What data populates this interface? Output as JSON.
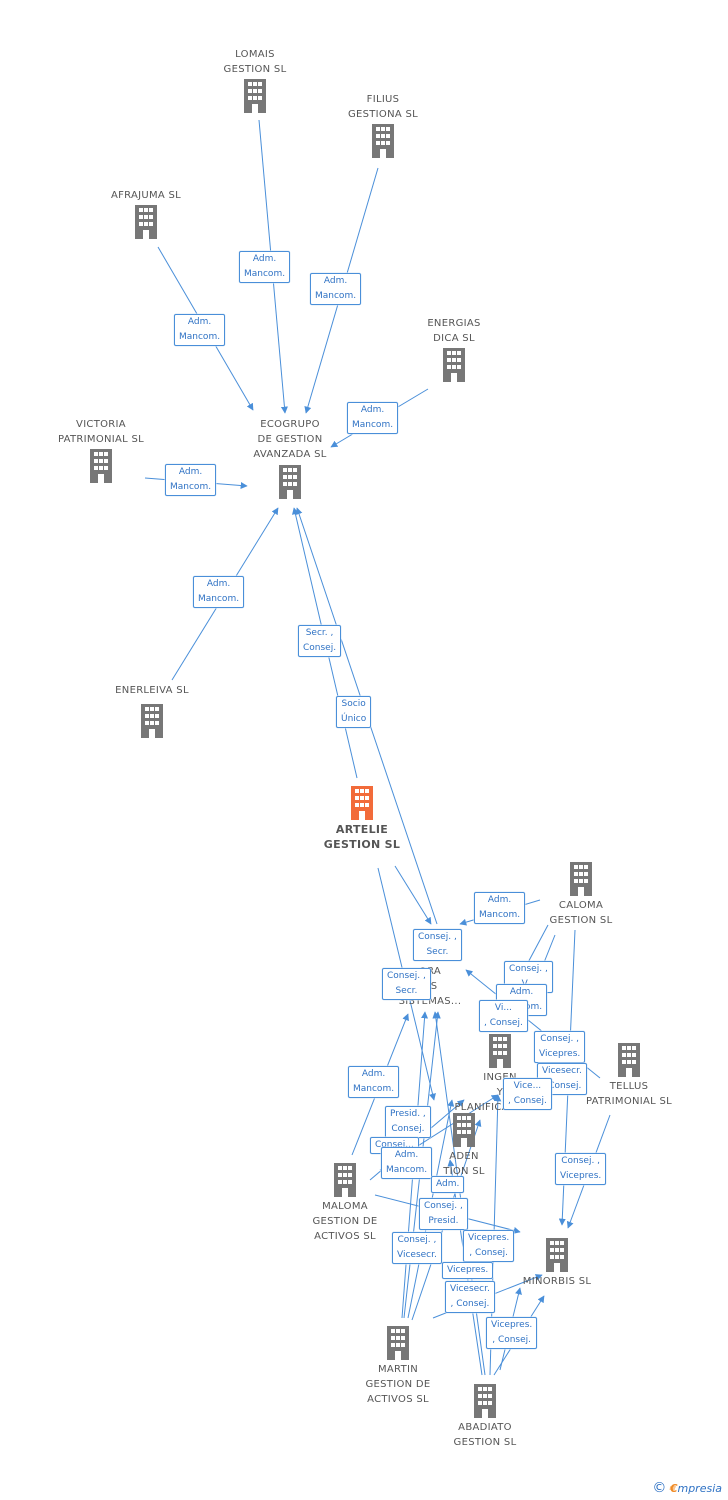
{
  "colors": {
    "edge": "#4a8fd9",
    "node": "#777777",
    "focus": "#f26b3a",
    "label": "#2f72c4"
  },
  "nodes": {
    "lomais": "LOMAIS\nGESTION SL",
    "filius": "FILIUS\nGESTIONA SL",
    "afrajuma": "AFRAJUMA SL",
    "energias": "ENERGIAS\nDICA SL",
    "victoria": "VICTORIA\nPATRIMONIAL SL",
    "ecogrupo": "ECOGRUPO\nDE GESTION\nAVANZADA SL",
    "enerleiva": "ENERLEIVA SL",
    "artelie": "ARTELIE\nGESTION SL",
    "caloma": "CALOMA\nGESTION SL",
    "ora_sistemas": "ORA\nOS\nSISTEMAS...",
    "ingen": "INGEN\nY\nPLANIFICACION...",
    "tellus": "TELLUS\nPATRIMONIAL SL",
    "aden": "ADEN\nTION SL",
    "maloma": "MALOMA\nGESTION DE\nACTIVOS SL",
    "minorbis": "MINORBIS SL",
    "martin": "MARTIN\nGESTION DE\nACTIVOS SL",
    "abadiato": "ABADIATO\nGESTION SL"
  },
  "edge_labels": {
    "e1": "Adm.\nMancom.",
    "e2": "Adm.\nMancom.",
    "e3": "Adm.\nMancom.",
    "e4": "Adm.\nMancom.",
    "e5": "Adm.\nMancom.",
    "e6": "Adm.\nMancom.",
    "e7": "Secr. ,\nConsej.",
    "e8": "Socio\nÚnico",
    "e9": "Adm.\nMancom.",
    "e10": "Consej. ,\nSecr.",
    "e11": "Consej. ,\nV...",
    "e12": "Consej. ,\nSecr.",
    "e13": "Adm.\nMancom.",
    "e14": "Vi...\n, Consej.",
    "e15": "Consej. ,\nVicepres.",
    "e16": "Vicesecr.\n, Consej.",
    "e17": "Adm.\nMancom.",
    "e18": "Vice...\n, Consej.",
    "e19": "Presid. ,\nConsej.",
    "e20": "Consej. ,\nVicepres.",
    "e21": "Consej...",
    "e22": "Adm.\nMancom.",
    "e23": "Adm.",
    "e24": "Consej. ,\nPresid.",
    "e25": "Vicepres.\n, Consej.",
    "e26": "Consej. ,\nVicesecr.",
    "e27": "Vicepres.",
    "e28": "Vicesecr.\n, Consej.",
    "e29": "Vicepres.\n, Consej."
  },
  "footer": {
    "copyright": "©",
    "brand_e": "€",
    "brand_rest": "mpresia"
  }
}
